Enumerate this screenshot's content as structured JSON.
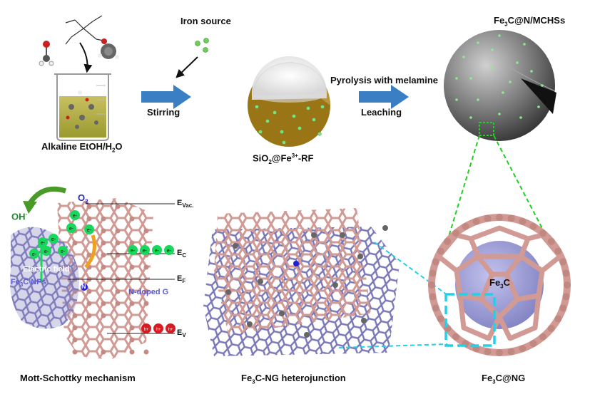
{
  "labels": {
    "iron_source": "Iron source",
    "stirring": "Stirring",
    "alkaline_a": "Alkaline EtOH/H",
    "alkaline_sub": "2",
    "alkaline_b": "O",
    "sio2_a": "SiO",
    "sio2_sub": "2",
    "sio2_b": "@Fe",
    "sio2_sup": "3+",
    "sio2_c": "-RF",
    "pyrolysis": "Pyrolysis with melamine",
    "leaching": "Leaching",
    "mchs_a": "Fe",
    "mchs_sub": "3",
    "mchs_b": "C@N/MCHSs",
    "o2_a": "O",
    "o2_sub": "2",
    "oh": "OH",
    "oh_sup": "-",
    "electric_field": "Electric field",
    "fe3c_nps_a": "Fe",
    "fe3c_nps_sub": "3",
    "fe3c_nps_b": "C NPs",
    "ndoped": "N-doped G",
    "evac_a": "E",
    "evac_sub": "Vac.",
    "ec_a": "E",
    "ec_sub": "C",
    "ef_a": "E",
    "ef_sub": "F",
    "ev_a": "E",
    "ev_sub": "V",
    "electron": "e-",
    "hole": "h+",
    "mott_schottky": "Mott-Schottky mechanism",
    "hetero_a": "Fe",
    "hetero_sub": "3",
    "hetero_b": "C-NG heterojunction",
    "core_a": "Fe",
    "core_sub": "3",
    "core_b": "C",
    "fe3cng_a": "Fe",
    "fe3cng_sub": "3",
    "fe3cng_b": "C@NG",
    "n_atom": "N"
  },
  "colors": {
    "arrow_blue": "#3a7fc4",
    "graphene_pink": "#d29a94",
    "graphene_purple": "#7a78b8",
    "electron_green": "#19d65c",
    "hole_red": "#d81a24",
    "shell_brown": "#9a7515",
    "sphere_lavender": "#9a9ad6",
    "cyan_dash": "#22d0e8",
    "green_dash": "#20d020"
  }
}
